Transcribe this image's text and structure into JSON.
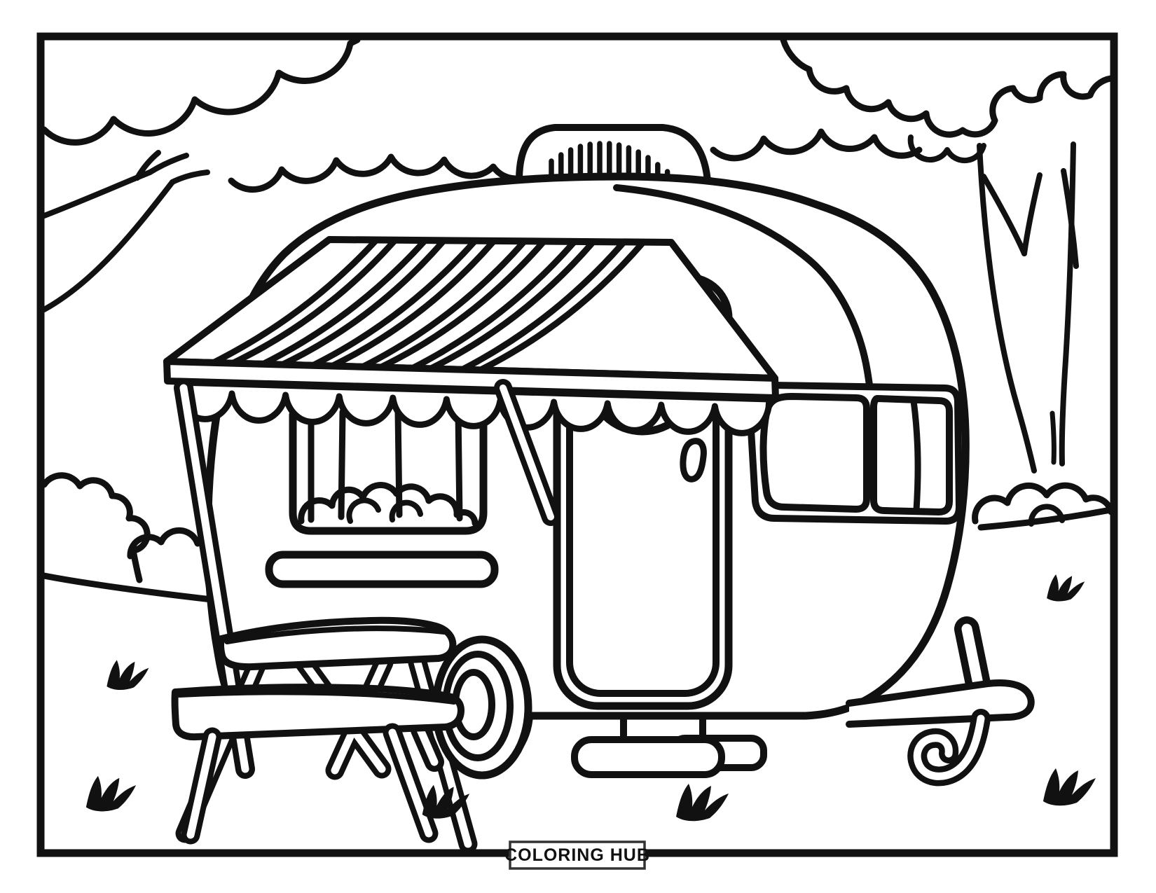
{
  "page": {
    "type": "coloring-page",
    "background_color": "#ffffff",
    "line_color": "#111111"
  },
  "footer": {
    "title": "COLORING HUB"
  },
  "scene": {
    "subject": "camper trailer at a campsite",
    "elements": [
      "cloud",
      "tree",
      "bush",
      "ground-line",
      "camper-trailer",
      "roof-vent",
      "striped-awning",
      "awning-valance",
      "awning-pole",
      "curtained-window",
      "window-planter",
      "window-sill",
      "camper-door",
      "porthole-window",
      "door-handle",
      "door-steps",
      "side-window",
      "wheel",
      "support-foot",
      "tow-bar",
      "jack-post",
      "tow-hook",
      "picnic-table",
      "bench",
      "grass-tuft"
    ]
  }
}
